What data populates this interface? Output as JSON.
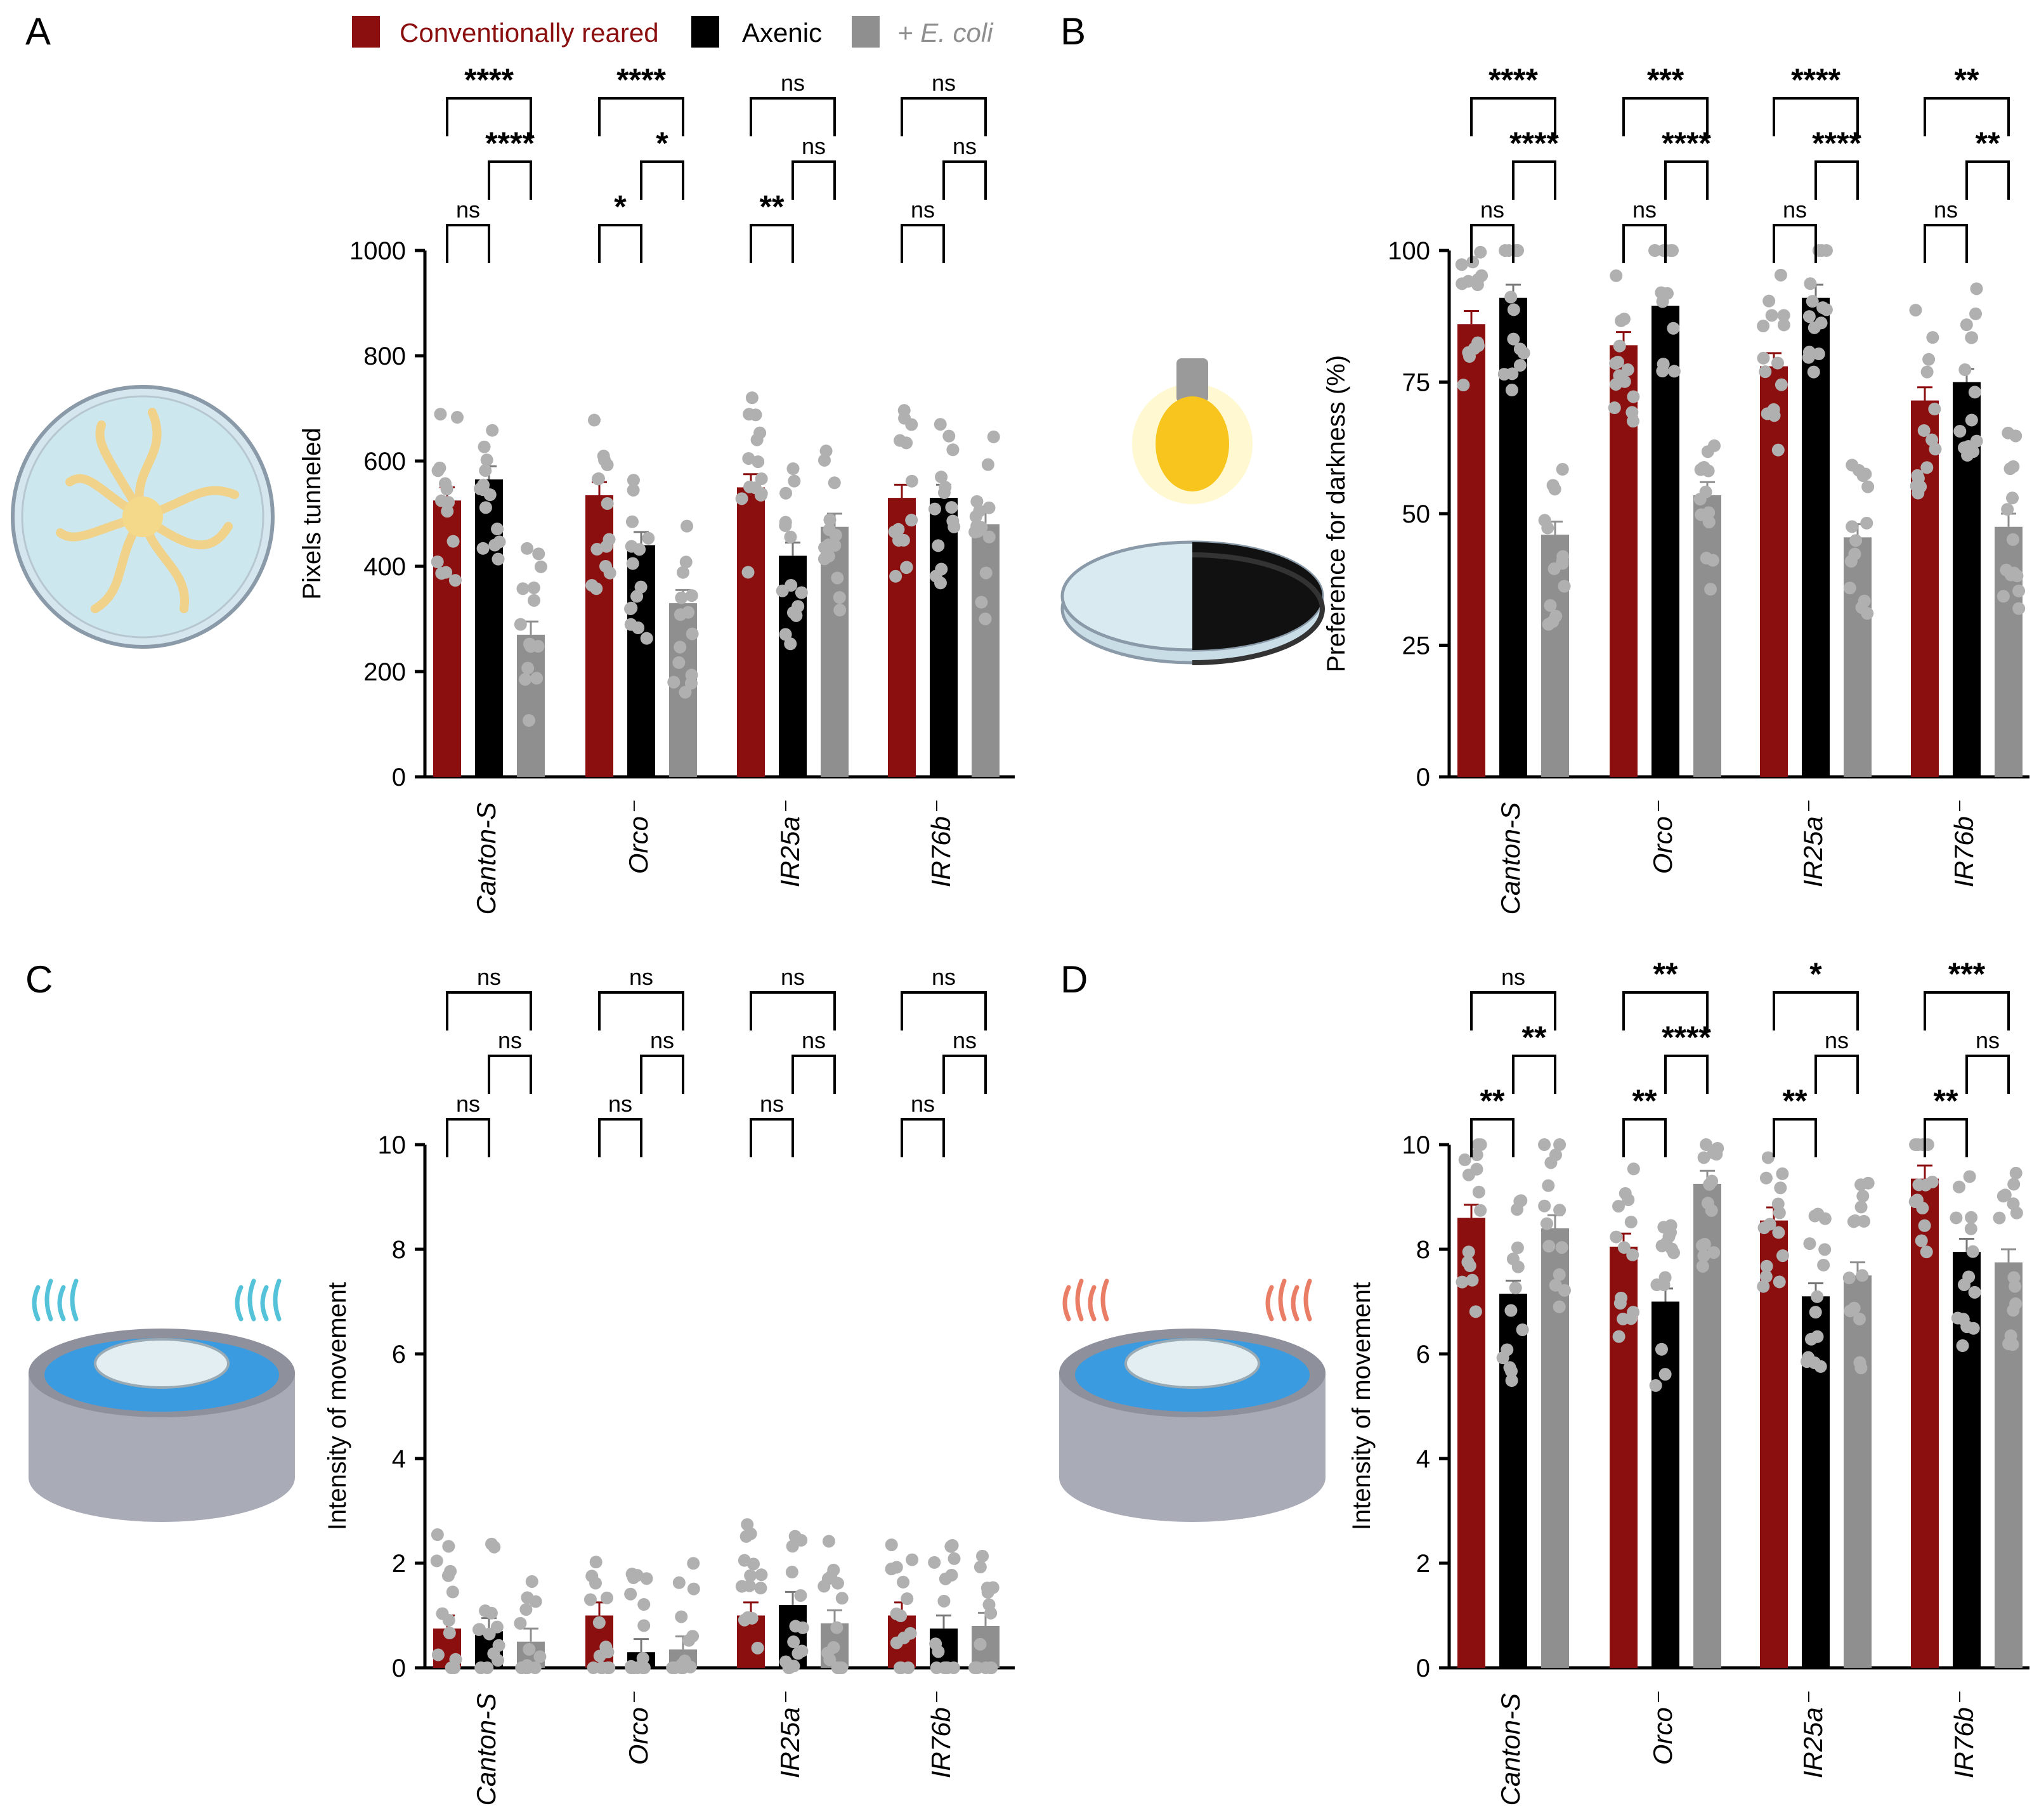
{
  "legend": [
    {
      "label": "Conventionally reared",
      "color": "#8b0f0f"
    },
    {
      "label": "Axenic",
      "color": "#000000"
    },
    {
      "label": "+ E. coli",
      "color": "#8f8f8f"
    }
  ],
  "colors": {
    "conv": "#8b0f0f",
    "axenic": "#000000",
    "ecoli": "#8f8f8f",
    "dots": "#b0b0b0",
    "axis": "#000000"
  },
  "chart_data": [
    {
      "panel": "A",
      "type": "bar",
      "ylabel": "Pixels tunneled",
      "ylim": [
        0,
        1000
      ],
      "yticks": [
        "0",
        "200",
        "400",
        "600",
        "800",
        "1000"
      ],
      "categories": [
        "Canton-S",
        "Orco⁻",
        "IR25a⁻",
        "IR76b⁻"
      ],
      "series": [
        {
          "name": "Conventionally reared",
          "values": [
            525,
            535,
            550,
            530
          ]
        },
        {
          "name": "Axenic",
          "values": [
            565,
            440,
            420,
            530
          ]
        },
        {
          "name": "+ E. coli",
          "values": [
            270,
            330,
            475,
            480
          ]
        }
      ],
      "annotations": [
        [
          {
            "label": "****",
            "pair": "1-3"
          },
          {
            "label": "****",
            "pair": "2-3"
          },
          {
            "label": "ns",
            "pair": "1-2"
          }
        ],
        [
          {
            "label": "****",
            "pair": "1-3"
          },
          {
            "label": "*",
            "pair": "1-2"
          },
          {
            "label": "*",
            "pair": "2-3"
          }
        ],
        [
          {
            "label": "ns",
            "pair": "1-3"
          },
          {
            "label": "ns",
            "pair": "2-3"
          },
          {
            "label": "**",
            "pair": "1-2"
          }
        ],
        [
          {
            "label": "ns",
            "pair": "1-3"
          },
          {
            "label": "ns",
            "pair": "2-3"
          },
          {
            "label": "ns",
            "pair": "1-2"
          }
        ]
      ]
    },
    {
      "panel": "B",
      "type": "bar",
      "ylabel": "Preference for darkness (%)",
      "ylim": [
        0,
        100
      ],
      "yticks": [
        "0",
        "25",
        "50",
        "75",
        "100"
      ],
      "categories": [
        "Canton-S",
        "Orco⁻",
        "IR25a⁻",
        "IR76b⁻"
      ],
      "series": [
        {
          "name": "Conventionally reared",
          "values": [
            86,
            82,
            78,
            71.5
          ]
        },
        {
          "name": "Axenic",
          "values": [
            91,
            89.5,
            91,
            75
          ]
        },
        {
          "name": "+ E. coli",
          "values": [
            46,
            53.5,
            45.5,
            47.5
          ]
        }
      ],
      "annotations": [
        [
          {
            "label": "****",
            "pair": "1-3"
          },
          {
            "label": "****",
            "pair": "2-3"
          },
          {
            "label": "ns",
            "pair": "1-2"
          }
        ],
        [
          {
            "label": "***",
            "pair": "1-3"
          },
          {
            "label": "****",
            "pair": "2-3"
          },
          {
            "label": "ns",
            "pair": "1-2"
          }
        ],
        [
          {
            "label": "****",
            "pair": "1-3"
          },
          {
            "label": "****",
            "pair": "2-3"
          },
          {
            "label": "ns",
            "pair": "1-2"
          }
        ],
        [
          {
            "label": "**",
            "pair": "1-3"
          },
          {
            "label": "**",
            "pair": "2-3"
          },
          {
            "label": "ns",
            "pair": "1-2"
          }
        ]
      ]
    },
    {
      "panel": "C",
      "type": "bar",
      "ylabel": "Intensity of movement",
      "ylim": [
        0,
        10
      ],
      "yticks": [
        "0",
        "2",
        "4",
        "6",
        "8",
        "10"
      ],
      "categories": [
        "Canton-S",
        "Orco⁻",
        "IR25a⁻",
        "IR76b⁻"
      ],
      "series": [
        {
          "name": "Conventionally reared",
          "values": [
            0.75,
            1.0,
            1.0,
            1.0
          ]
        },
        {
          "name": "Axenic",
          "values": [
            0.7,
            0.3,
            1.2,
            0.75
          ]
        },
        {
          "name": "+ E. coli",
          "values": [
            0.5,
            0.35,
            0.85,
            0.8
          ]
        }
      ],
      "annotations": [
        [
          {
            "label": "ns",
            "pair": "1-3"
          },
          {
            "label": "ns",
            "pair": "2-3"
          },
          {
            "label": "ns",
            "pair": "1-2"
          }
        ],
        [
          {
            "label": "ns",
            "pair": "1-3"
          },
          {
            "label": "ns",
            "pair": "2-3"
          },
          {
            "label": "ns",
            "pair": "1-2"
          }
        ],
        [
          {
            "label": "ns",
            "pair": "1-3"
          },
          {
            "label": "ns",
            "pair": "2-3"
          },
          {
            "label": "ns",
            "pair": "1-2"
          }
        ],
        [
          {
            "label": "ns",
            "pair": "1-3"
          },
          {
            "label": "ns",
            "pair": "2-3"
          },
          {
            "label": "ns",
            "pair": "1-2"
          }
        ]
      ]
    },
    {
      "panel": "D",
      "type": "bar",
      "ylabel": "Intensity of movement",
      "ylim": [
        0,
        10
      ],
      "yticks": [
        "0",
        "2",
        "4",
        "6",
        "8",
        "10"
      ],
      "categories": [
        "Canton-S",
        "Orco⁻",
        "IR25a⁻",
        "IR76b⁻"
      ],
      "series": [
        {
          "name": "Conventionally reared",
          "values": [
            8.6,
            8.05,
            8.55,
            9.35
          ]
        },
        {
          "name": "Axenic",
          "values": [
            7.15,
            7.0,
            7.1,
            7.95
          ]
        },
        {
          "name": "+ E. coli",
          "values": [
            8.4,
            9.25,
            7.5,
            7.75
          ]
        }
      ],
      "annotations": [
        [
          {
            "label": "ns",
            "pair": "1-3"
          },
          {
            "label": "**",
            "pair": "2-3"
          },
          {
            "label": "**",
            "pair": "1-2"
          }
        ],
        [
          {
            "label": "**",
            "pair": "1-3"
          },
          {
            "label": "****",
            "pair": "2-3"
          },
          {
            "label": "**",
            "pair": "1-2"
          }
        ],
        [
          {
            "label": "*",
            "pair": "1-3"
          },
          {
            "label": "ns",
            "pair": "2-3"
          },
          {
            "label": "**",
            "pair": "1-2"
          }
        ],
        [
          {
            "label": "***",
            "pair": "1-3"
          },
          {
            "label": "ns",
            "pair": "2-3"
          },
          {
            "label": "**",
            "pair": "1-2"
          }
        ]
      ]
    }
  ]
}
